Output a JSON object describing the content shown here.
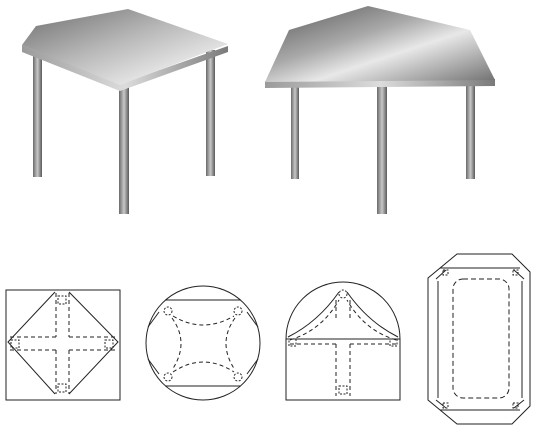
{
  "figure": {
    "views": [
      {
        "id": "rendering-square-table",
        "kind": "3d-rendering",
        "shape": "square"
      },
      {
        "id": "rendering-trapezoid-table",
        "kind": "3d-rendering",
        "shape": "trapezoid"
      }
    ],
    "plans": [
      {
        "id": "plan-square",
        "shape": "square",
        "legs": 4
      },
      {
        "id": "plan-circle",
        "shape": "circle",
        "legs": 4
      },
      {
        "id": "plan-arched",
        "shape": "square-with-semicircle",
        "legs": 4
      },
      {
        "id": "plan-octagon",
        "shape": "elongated-octagon",
        "legs": 4
      }
    ],
    "colors": {
      "line": "#222222",
      "background": "#ffffff"
    }
  }
}
